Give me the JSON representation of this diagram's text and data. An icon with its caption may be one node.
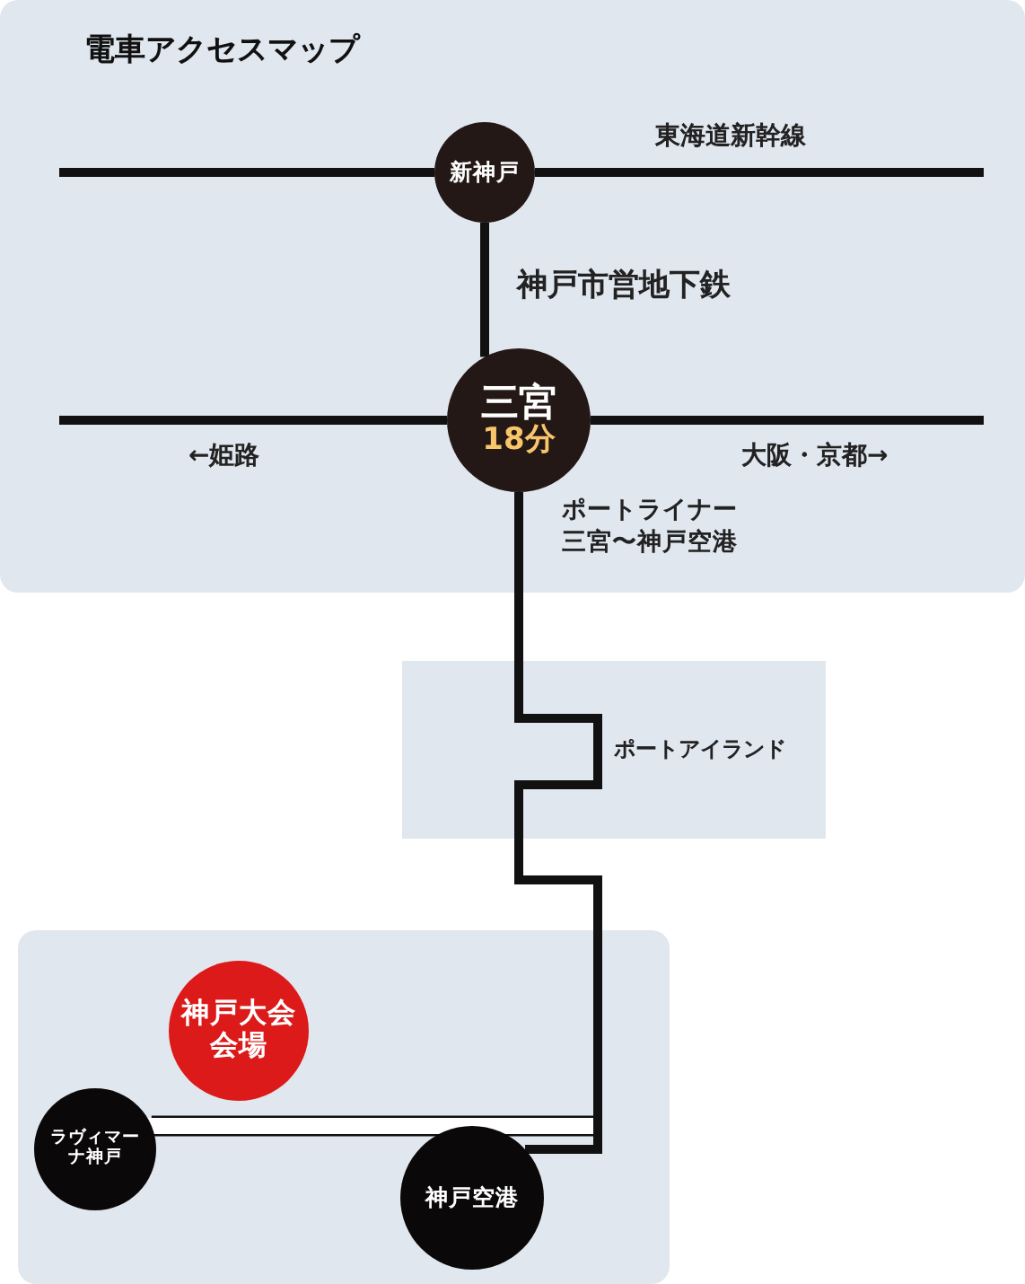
{
  "diagram": {
    "title": "電車アクセスマップ",
    "nodes": [
      {
        "text": [
          "新神戸"
        ]
      },
      {
        "text": [
          "三宮",
          "18分"
        ]
      },
      {
        "text": [
          "ポートアイランド"
        ]
      },
      {
        "text": [
          "神戸空港"
        ]
      },
      {
        "text": [
          "ラヴィマーナ神戸"
        ]
      },
      {
        "text": [
          "神戸大会会場"
        ]
      }
    ],
    "edges": [
      {
        "from": null,
        "to": 0,
        "arrow": "none"
      },
      {
        "from": 0,
        "to": null,
        "arrow": "none",
        "label": "東海道新幹線"
      },
      {
        "from": 0,
        "to": 1,
        "arrow": "none",
        "label": "神戸市営地下鉄"
      },
      {
        "from": null,
        "to": 1,
        "arrow": "none",
        "label": "←姫路"
      },
      {
        "from": 1,
        "to": null,
        "arrow": "none",
        "label": "大阪・京都→"
      },
      {
        "from": 1,
        "to": 2,
        "arrow": "none",
        "label": "ポートライナー三宮〜神戸空港"
      },
      {
        "from": 2,
        "to": 3,
        "arrow": "none"
      },
      {
        "from": 4,
        "to": null,
        "arrow": "none",
        "style": "thick",
        "color": "#ffffff"
      }
    ]
  }
}
